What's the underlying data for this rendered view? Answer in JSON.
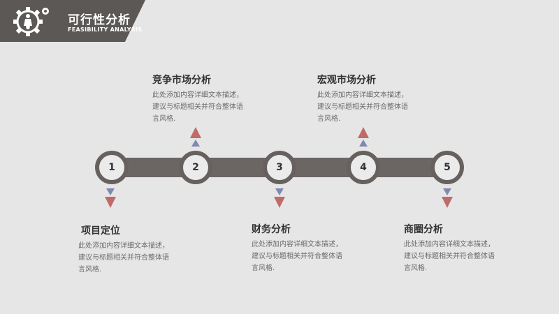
{
  "header": {
    "title": "可行性分析",
    "subtitle": "FEASIBILITY ANALYSIS"
  },
  "steps": [
    {
      "num": "1",
      "title": "项目定位",
      "desc": [
        "此处添加内容详细文本描述，",
        "建议与标题相关并符合整体语",
        "言风格."
      ]
    },
    {
      "num": "2",
      "title": "竞争市场分析",
      "desc": [
        "此处添加内容详细文本描述，",
        "建议与标题相关并符合整体语",
        "言风格."
      ]
    },
    {
      "num": "3",
      "title": "财务分析",
      "desc": [
        "此处添加内容详细文本描述，",
        "建议与标题相关并符合整体语",
        "言风格."
      ]
    },
    {
      "num": "4",
      "title": "宏观市场分析",
      "desc": [
        "此处添加内容详细文本描述，",
        "建议与标题相关并符合整体语",
        "言风格."
      ]
    },
    {
      "num": "5",
      "title": "商圈分析",
      "desc": [
        "此处添加内容详细文本描述，",
        "建议与标题相关并符合整体语",
        "言风格."
      ]
    }
  ],
  "colors": {
    "dark": "#5b5856",
    "bar": "#6b6663",
    "arrow_top": "#c06b6b",
    "arrow_bottom": "#7f89b0"
  }
}
